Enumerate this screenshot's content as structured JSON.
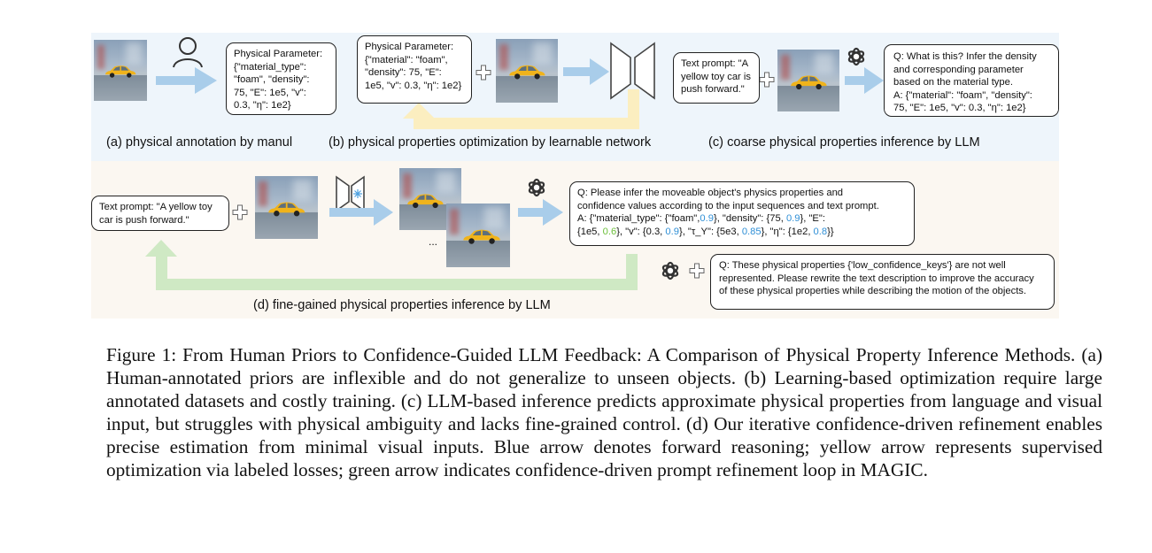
{
  "panels": {
    "a": {
      "caption": "(a) physical annotation by manul",
      "box": "Physical Parameter:\n{\"material_type\":\n\"foam\", \"density\":\n75, \"E\": 1e5, \"v\":\n0.3, \"η\": 1e2}"
    },
    "b": {
      "caption": "(b) physical properties optimization by learnable network",
      "box": "Physical Parameter:\n{\"material\": \"foam\",\n\"density\": 75, \"E\":\n1e5, \"v\": 0.3, \"η\": 1e2}"
    },
    "c": {
      "caption": "(c) coarse physical properties inference by LLM",
      "prompt": "Text prompt: \"A\nyellow toy car is\npush forward.\"",
      "qa": "Q: What is this? Infer the density\nand corresponding parameter\nbased on the material type.\nA: {\"material\": \"foam\", \"density\":\n75, \"E\": 1e5, \"v\": 0.3, \"η\": 1e2}"
    },
    "d": {
      "caption": "(d) fine-gained physical properties inference by LLM",
      "prompt": "Text prompt: \"A yellow toy\ncar is push forward.\"",
      "qa_lines": [
        "Q: Please infer the moveable object's physics properties and",
        "confidence values according to the input sequences and text prompt."
      ],
      "answer": {
        "l1_a": "A: {\"material_type\": {\"foam\",",
        "l1_b": "0.9",
        "l1_c": "}, \"density\": {75, ",
        "l1_d": "0.9",
        "l1_e": "}, \"E\":",
        "l2_a": "{1e5, ",
        "l2_b": "0.6",
        "l2_c": "}, \"v\": {0.3, ",
        "l2_d": "0.9",
        "l2_e": "}, \"τ_Y\": {5e3, ",
        "l2_f": "0.85",
        "l2_g": "}, \"η\": {1e2, ",
        "l2_h": "0.8",
        "l2_i": "}}"
      },
      "ellipsis": "...",
      "feedback": "Q: These physical properties {'low_confidence_keys'} are not well\nrepresented. Please rewrite the text description to improve the accuracy\nof these physical properties while describing the motion of the objects."
    }
  },
  "figure_caption": "Figure 1: From Human Priors to Confidence-Guided LLM Feedback: A Comparison of Physical Property Inference Methods. (a) Human-annotated priors are inflexible and do not generalize to unseen objects. (b) Learning-based optimization require large annotated datasets and costly training. (c) LLM-based inference predicts approximate physical properties from language and visual input, but struggles with physical ambiguity and lacks fine-grained control. (d) Our iterative confidence-driven refinement enables precise estimation from minimal visual inputs. Blue arrow denotes forward reasoning; yellow arrow represents supervised optimization via labeled losses; green arrow indicates confidence-driven prompt refinement loop in MAGIC.",
  "colors": {
    "blue_arrow": "#a9cdea",
    "yellow_arrow": "#fbeec0",
    "green_arrow": "#cfe9c4",
    "confidence_blue": "#2f8fd6",
    "confidence_green": "#6cbf3a"
  },
  "icons": [
    "person-icon",
    "openai-logo-icon",
    "plus-icon",
    "network-icon",
    "snowflake-icon"
  ]
}
